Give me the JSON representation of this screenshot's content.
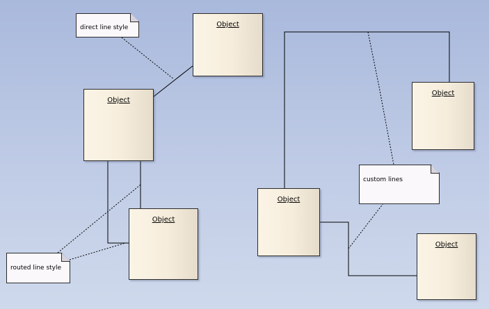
{
  "diagram": {
    "objects": [
      {
        "id": "obj-top",
        "name": "Object"
      },
      {
        "id": "obj-mid-left",
        "name": "Object"
      },
      {
        "id": "obj-bottom-left",
        "name": "Object"
      },
      {
        "id": "obj-right-top",
        "name": "Object"
      },
      {
        "id": "obj-center",
        "name": "Object"
      },
      {
        "id": "obj-right-bottom",
        "name": "Object"
      }
    ],
    "notes": [
      {
        "id": "note-direct",
        "text": "direct line style"
      },
      {
        "id": "note-routed",
        "text": "routed line style"
      },
      {
        "id": "note-custom",
        "text": "custom lines"
      }
    ]
  }
}
